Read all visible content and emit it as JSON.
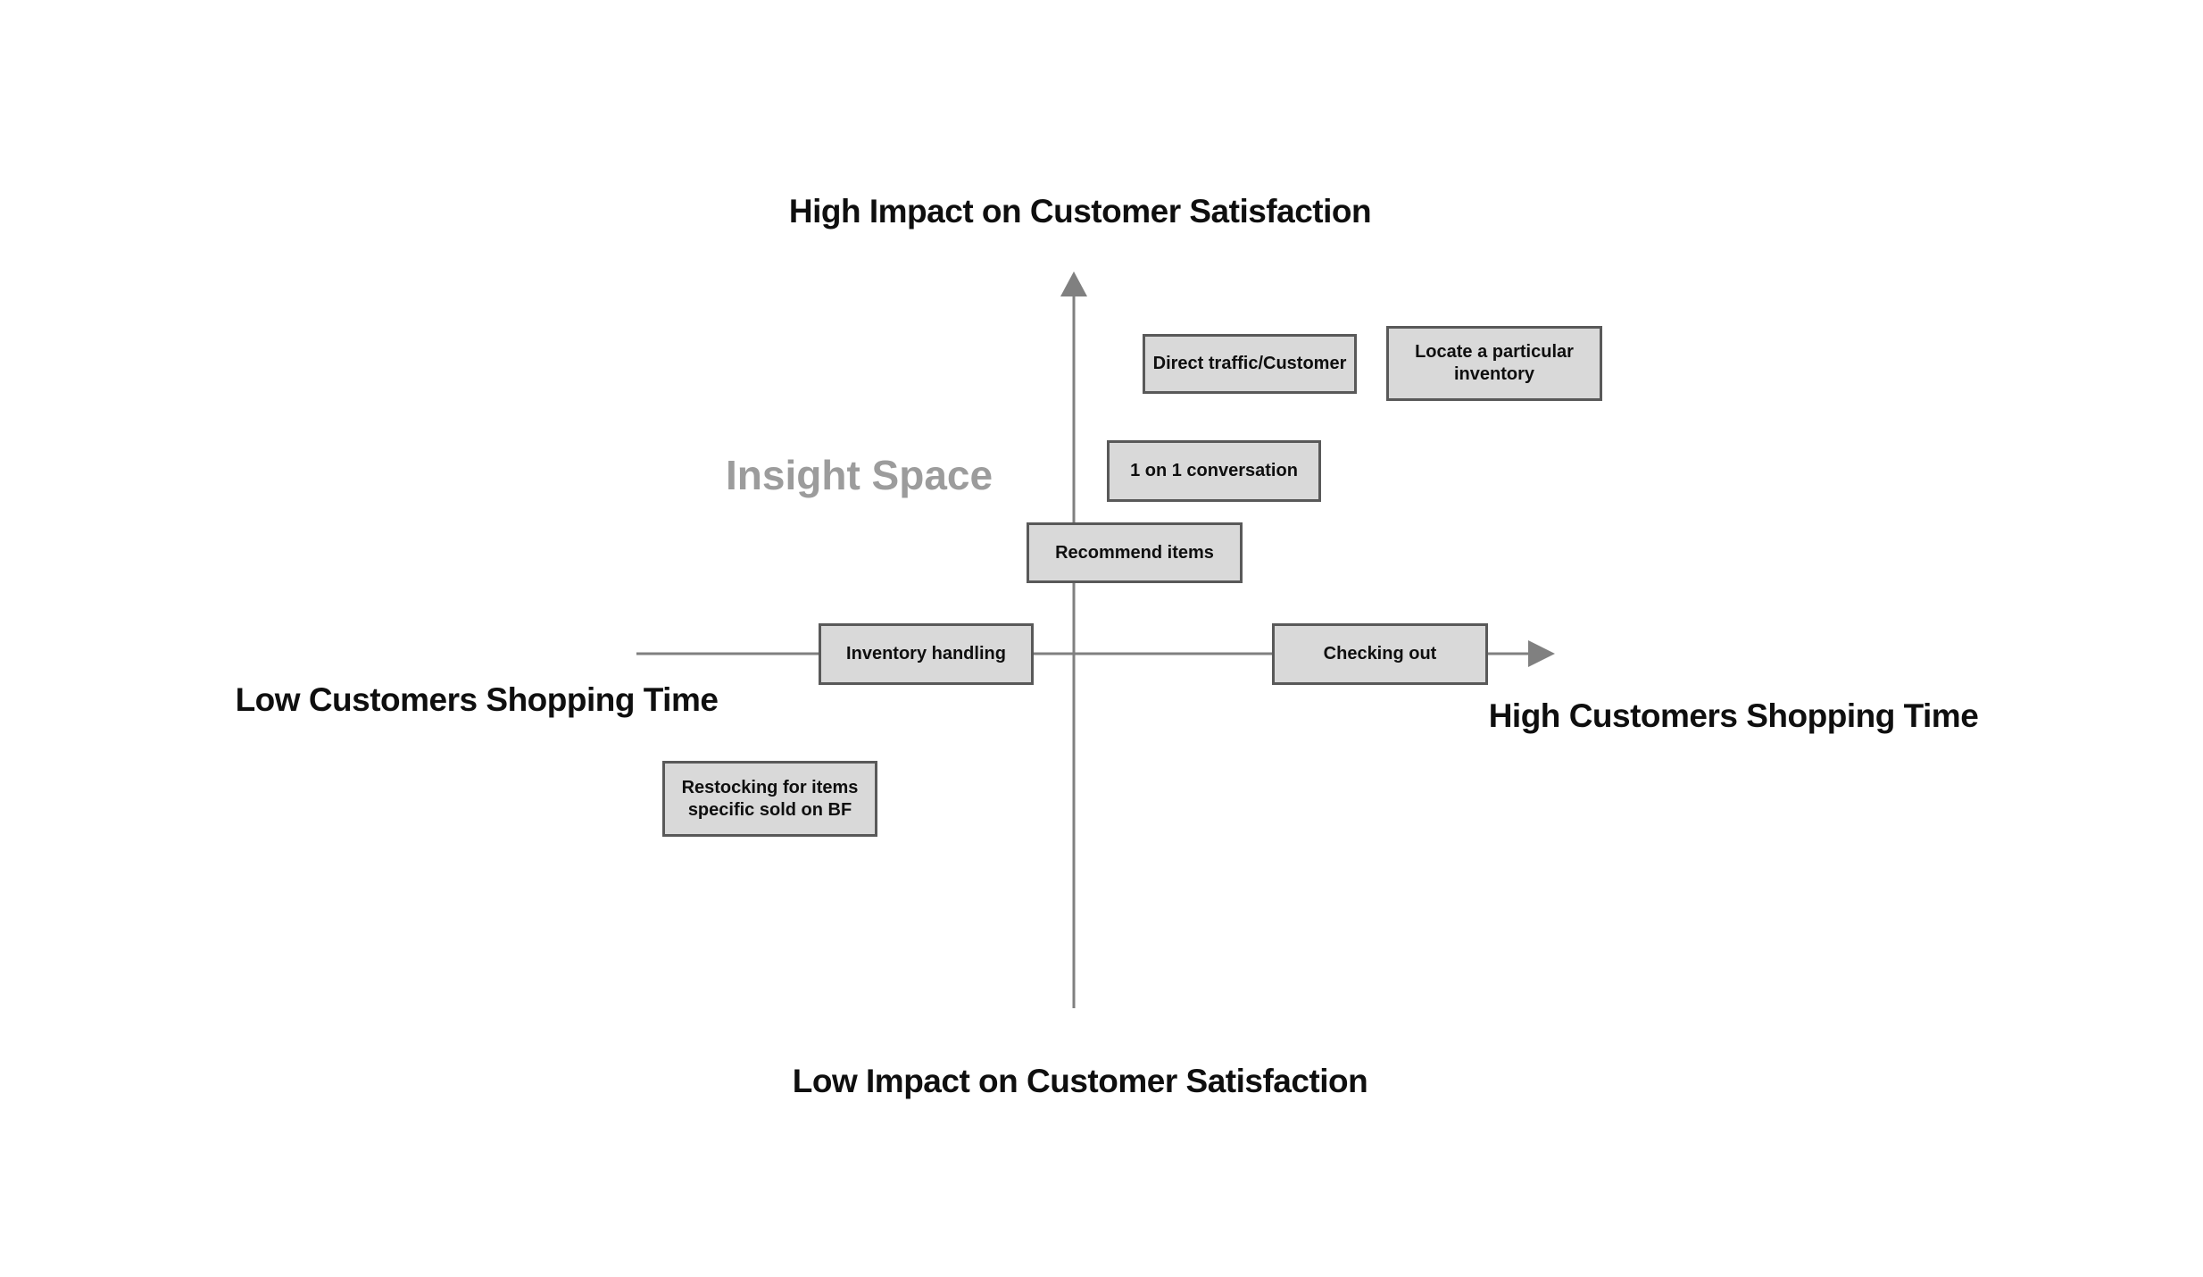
{
  "diagram": {
    "watermark": "Insight Space",
    "axis_labels": {
      "top": "High Impact on Customer Satisfaction",
      "bottom": "Low Impact on Customer Satisfaction",
      "left": "Low Customers Shopping Time",
      "right": "High Customers Shopping Time"
    },
    "items": [
      {
        "label": "Direct traffic/Customer",
        "quadrant": "high-impact / high-shopping-time"
      },
      {
        "label": "Locate a particular inventory",
        "quadrant": "high-impact / high-shopping-time"
      },
      {
        "label": "1 on 1 conversation",
        "quadrant": "high-impact / high-shopping-time"
      },
      {
        "label": "Recommend items",
        "quadrant": "high-impact / center"
      },
      {
        "label": "Inventory handling",
        "quadrant": "on-horizontal-axis / low-shopping-time"
      },
      {
        "label": "Checking out",
        "quadrant": "on-horizontal-axis / high-shopping-time"
      },
      {
        "label": "Restocking for items specific sold on BF",
        "quadrant": "low-impact / low-shopping-time"
      }
    ]
  },
  "colors": {
    "box_fill": "#d9d9d9",
    "box_border": "#595959",
    "axis": "#808080",
    "watermark": "#9c9c9c",
    "text": "#0f0f0f"
  }
}
